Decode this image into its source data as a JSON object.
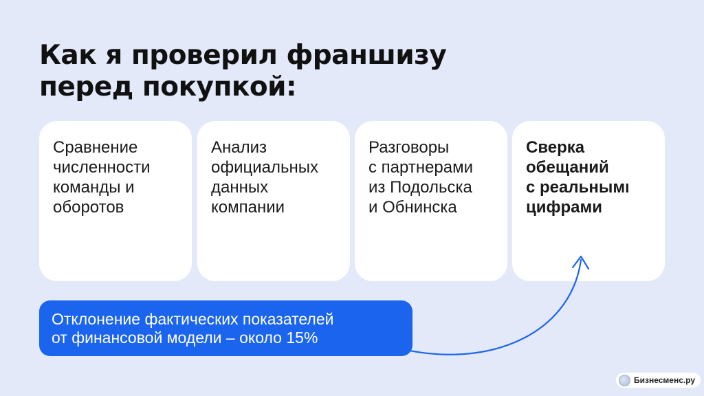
{
  "title": {
    "line1": "Как я проверил франшизу",
    "line2": "перед покупкой:"
  },
  "cards": [
    {
      "lines": [
        "Сравнение",
        "численности",
        "команды и",
        "оборотов"
      ],
      "bold": false
    },
    {
      "lines": [
        "Анализ",
        "официальных",
        "данных",
        "компании"
      ],
      "bold": false
    },
    {
      "lines": [
        "Разговоры",
        "с партнерами",
        "из Подольска",
        "и Обнинска"
      ],
      "bold": false
    },
    {
      "lines": [
        "Сверка",
        "обещаний",
        "с реальными",
        "цифрами"
      ],
      "bold": true
    }
  ],
  "callout": {
    "line1": "Отклонение фактических показателей",
    "line2": "от финансовой модели – около 15%"
  },
  "brand": {
    "logo_text": "Бизнесменс.ру"
  },
  "colors": {
    "background": "#e3e9f8",
    "card": "#ffffff",
    "accent": "#1a64ee",
    "text": "#111111"
  }
}
